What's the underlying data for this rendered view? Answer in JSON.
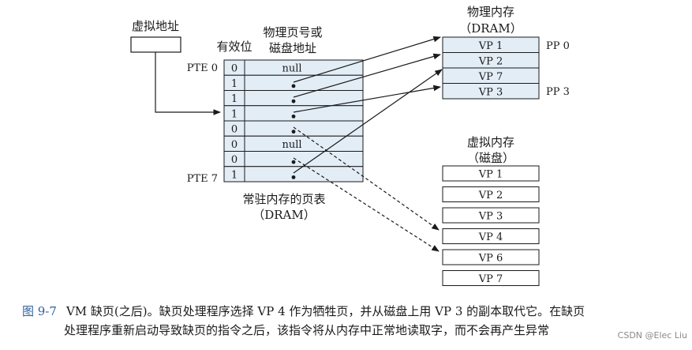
{
  "labels": {
    "virtual_address": "虚拟地址",
    "valid_bit": "有效位",
    "physical_or_disk_line1": "物理页号或",
    "physical_or_disk_line2": "磁盘地址",
    "pte0": "PTE 0",
    "pte7": "PTE 7",
    "resident_table_line1": "常驻内存的页表",
    "resident_table_line2": "（DRAM）",
    "physical_memory_line1": "物理内存",
    "physical_memory_line2": "（DRAM）",
    "virtual_memory_line1": "虚拟内存",
    "virtual_memory_line2": "（磁盘）",
    "pp0": "PP 0",
    "pp3": "PP 3"
  },
  "page_table": [
    {
      "valid": "0",
      "addr": "null"
    },
    {
      "valid": "1",
      "addr": ""
    },
    {
      "valid": "1",
      "addr": ""
    },
    {
      "valid": "1",
      "addr": ""
    },
    {
      "valid": "0",
      "addr": ""
    },
    {
      "valid": "0",
      "addr": "null"
    },
    {
      "valid": "0",
      "addr": ""
    },
    {
      "valid": "1",
      "addr": ""
    }
  ],
  "physical_memory": [
    "VP 1",
    "VP 2",
    "VP 7",
    "VP 3"
  ],
  "virtual_memory": [
    "VP 1",
    "VP 2",
    "VP 3",
    "VP 4",
    "VP 6",
    "VP 7"
  ],
  "caption": {
    "number": "图 9-7",
    "line1": "VM 缺页(之后)。缺页处理程序选择 VP 4 作为牺牲页，并从磁盘上用 VP 3 的副本取代它。在缺页",
    "line2": "处理程序重新启动导致缺页的指令之后，该指令将从内存中正常地读取字，而不会再产生异常"
  },
  "watermark": "CSDN @Elec Liu",
  "colors": {
    "cell_fill": "#e3edf6",
    "caption_number": "#2f5f9e"
  }
}
